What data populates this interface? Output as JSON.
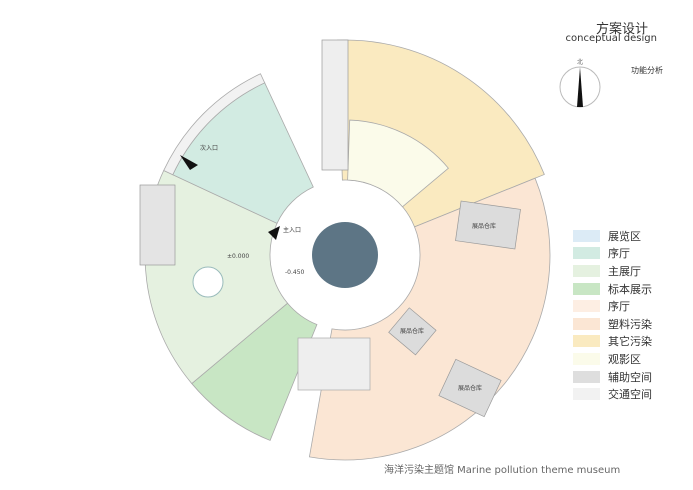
{
  "header": {
    "title": "方案设计",
    "subtitle": "conceptual design",
    "section": "功能分析"
  },
  "compass": {
    "north_label": "北"
  },
  "plan": {
    "secondary_entrance": "次入口",
    "main_entrance": "主入口",
    "elevation_1": "±0.000",
    "elevation_2": "-0.450",
    "storage_labels": [
      "展品仓库",
      "展品仓库",
      "展品仓库"
    ]
  },
  "legend": [
    {
      "label": "展览区",
      "color": "#dcebf6"
    },
    {
      "label": "序厅",
      "color": "#d2ebe2"
    },
    {
      "label": "主展厅",
      "color": "#e5f1e0"
    },
    {
      "label": "标本展示",
      "color": "#c8e6c4"
    },
    {
      "label": "序厅",
      "color": "#fdeee3"
    },
    {
      "label": "塑料污染",
      "color": "#fbe6d4"
    },
    {
      "label": "其它污染",
      "color": "#faeac0"
    },
    {
      "label": "观影区",
      "color": "#fbfbea"
    },
    {
      "label": "辅助空间",
      "color": "#dedede"
    },
    {
      "label": "交通空间",
      "color": "#f2f2f2"
    }
  ],
  "caption": "海洋污染主题馆 Marine pollution theme museum"
}
